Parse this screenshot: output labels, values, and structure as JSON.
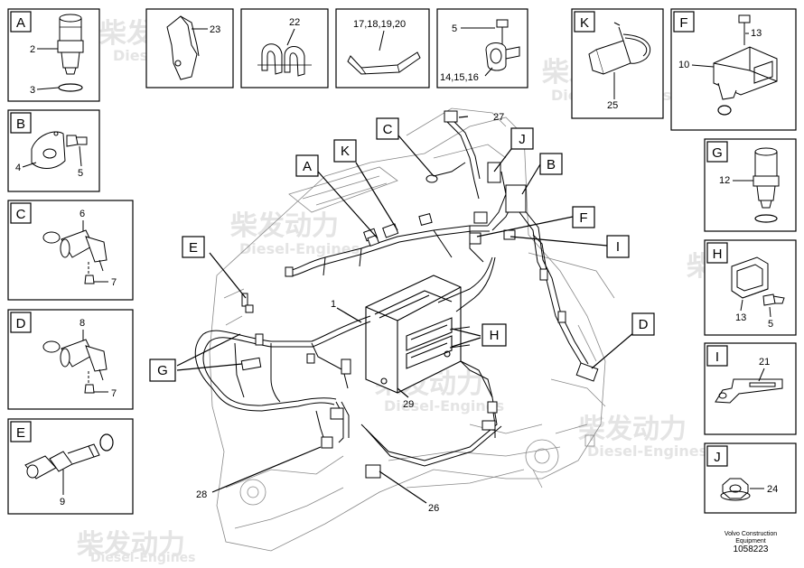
{
  "watermark": {
    "cn": "柴发动力",
    "en": "Diesel-Engines"
  },
  "footer": {
    "company": "Volvo Construction",
    "sub": "Equipment",
    "doc_number": "1058223"
  },
  "detail_boxes": {
    "A": {
      "letter": "A",
      "parts": [
        "2",
        "3"
      ]
    },
    "B": {
      "letter": "B",
      "parts": [
        "4",
        "5"
      ]
    },
    "C": {
      "letter": "C",
      "parts": [
        "6",
        "7"
      ]
    },
    "D": {
      "letter": "D",
      "parts": [
        "8",
        "7"
      ]
    },
    "E": {
      "letter": "E",
      "parts": [
        "9"
      ]
    },
    "K": {
      "letter": "K",
      "parts": [
        "25"
      ]
    },
    "F": {
      "letter": "F",
      "parts": [
        "13",
        "10"
      ]
    },
    "G": {
      "letter": "G",
      "parts": [
        "12"
      ]
    },
    "H": {
      "letter": "H",
      "parts": [
        "13",
        "5"
      ]
    },
    "I": {
      "letter": "I",
      "parts": [
        "21"
      ]
    },
    "J": {
      "letter": "J",
      "parts": [
        "24"
      ]
    }
  },
  "top_boxes": {
    "p23": "23",
    "p22": "22",
    "p17": "17,18,19,20",
    "p5": "5",
    "p14": "14,15,16"
  },
  "main_callouts": {
    "A": "A",
    "K": "K",
    "C": "C",
    "J": "J",
    "B": "B",
    "F": "F",
    "I": "I",
    "E": "E",
    "G": "G",
    "H": "H",
    "D": "D"
  },
  "main_parts": {
    "p27": "27",
    "p1": "1",
    "p29": "29",
    "p28": "28",
    "p26": "26"
  }
}
